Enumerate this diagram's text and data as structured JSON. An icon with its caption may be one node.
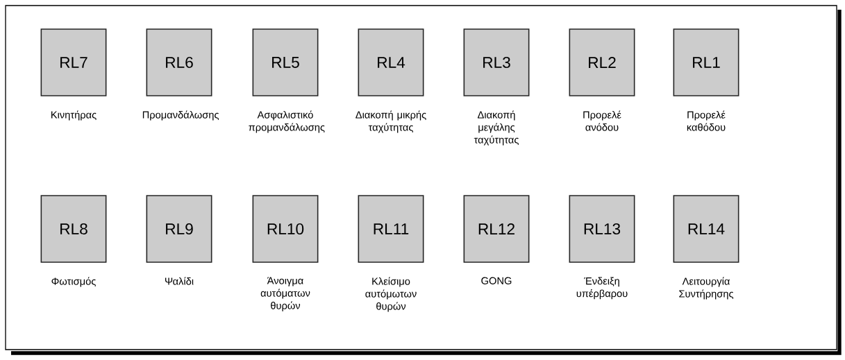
{
  "diagram": {
    "nodes": [
      {
        "text": [
          "RL7"
        ],
        "beside": [
          "Κινητήρας"
        ]
      },
      {
        "text": [
          "RL6"
        ],
        "beside": [
          "Προμανδάλωσης"
        ]
      },
      {
        "text": [
          "RL5"
        ],
        "beside": [
          "Ασφαλιστικό προμανδάλωσης"
        ]
      },
      {
        "text": [
          "RL4"
        ],
        "beside": [
          "Διακοπή μικρής ταχύτητας"
        ]
      },
      {
        "text": [
          "RL3"
        ],
        "beside": [
          "Διακοπή μεγάλης ταχύτητας"
        ]
      },
      {
        "text": [
          "RL2"
        ],
        "beside": [
          "Προρελέ ανόδου"
        ]
      },
      {
        "text": [
          "RL1"
        ],
        "beside": [
          "Προρελέ καθόδου"
        ]
      },
      {
        "text": [
          "RL8"
        ],
        "beside": [
          "Φωτισμός"
        ]
      },
      {
        "text": [
          "RL9"
        ],
        "beside": [
          "Ψαλίδι"
        ]
      },
      {
        "text": [
          "RL10"
        ],
        "beside": [
          "Άνοιγμα αυτόματων θυρών"
        ]
      },
      {
        "text": [
          "RL11"
        ],
        "beside": [
          "Κλείσιμο αυτόμωτων θυρών"
        ]
      },
      {
        "text": [
          "RL12"
        ],
        "beside": [
          "GONG"
        ]
      },
      {
        "text": [
          "RL13"
        ],
        "beside": [
          "Ένδειξη υπέρβαρου"
        ]
      },
      {
        "text": [
          "RL14"
        ],
        "beside": [
          "Λειτουργία Συντήρησης"
        ]
      }
    ]
  }
}
